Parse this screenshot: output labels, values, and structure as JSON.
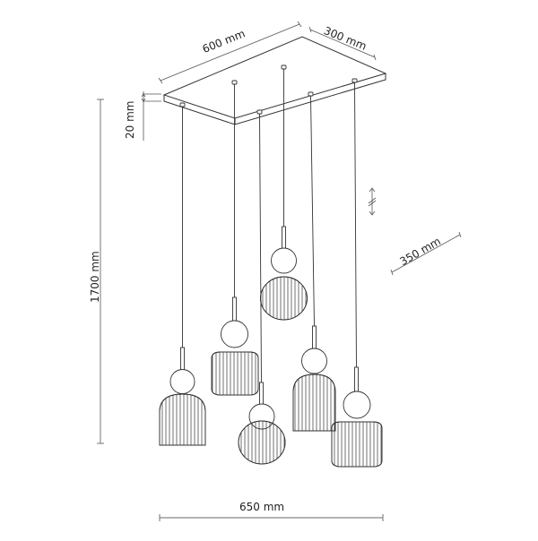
{
  "diagram": {
    "type": "technical dimension drawing",
    "subject": "6-light pendant ceiling lamp with rectangular canopy and ribbed glass shades",
    "colors": {
      "line": "#333333",
      "dimension_line": "#555555",
      "background": "#ffffff"
    },
    "dimensions": {
      "canopy_length": "600 mm",
      "canopy_width": "300 mm",
      "canopy_height": "20 mm",
      "total_height": "1700 mm",
      "shade_spread_depth": "350 mm",
      "overall_width": "650 mm"
    },
    "adjustable_height_icon": "adjustable-height-icon",
    "pendants": [
      {
        "id": 1,
        "shade": "bell"
      },
      {
        "id": 2,
        "shade": "drum"
      },
      {
        "id": 3,
        "shade": "globe"
      },
      {
        "id": 4,
        "shade": "globe"
      },
      {
        "id": 5,
        "shade": "bell"
      },
      {
        "id": 6,
        "shade": "drum"
      }
    ]
  }
}
